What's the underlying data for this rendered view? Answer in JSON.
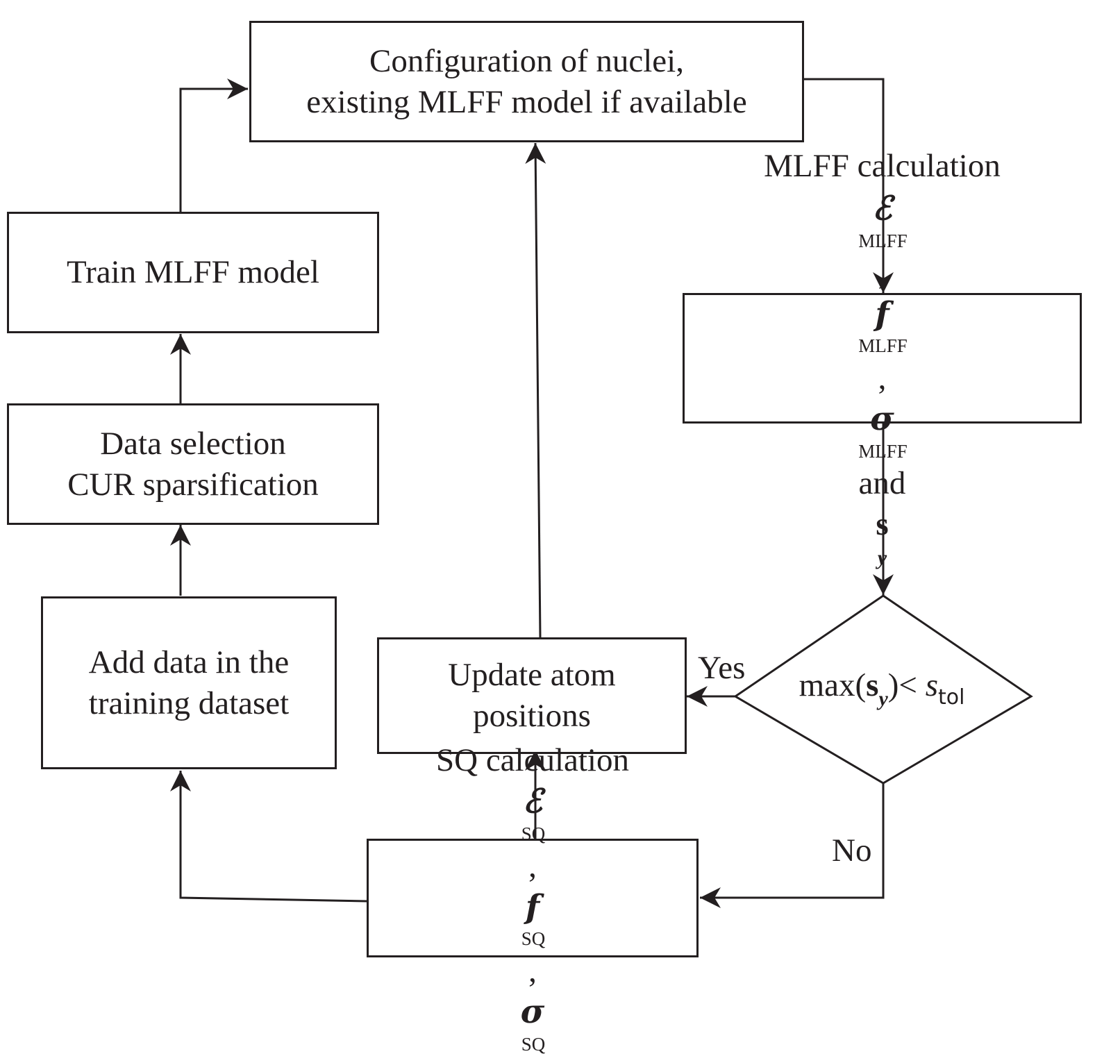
{
  "nodes": {
    "config": {
      "line1": "Configuration of nuclei,",
      "line2": "existing MLFF model if available"
    },
    "train": {
      "line1": "Train MLFF model"
    },
    "data_selection": {
      "line1": "Data selection",
      "line2": "CUR sparsification"
    },
    "add_data": {
      "line1": "Add data in the",
      "line2": "training dataset"
    },
    "update": {
      "line1": "Update atom",
      "line2": "positions"
    },
    "mlff_calc": {
      "line1": "MLFF calculation",
      "energy_symbol": "ℰ",
      "force_symbol": "f",
      "stress_symbol": "σ",
      "superscript": "MLFF",
      "conjunction": "and",
      "s_symbol": "s",
      "s_subscript": "y"
    },
    "decision": {
      "max_text": "max(",
      "s_symbol": "s",
      "s_subscript": "y",
      "close_less": ")<",
      "tol_symbol": "s",
      "tol_subscript": "tol"
    },
    "sq_calc": {
      "line1": "SQ calculation",
      "energy_symbol": "ℰ",
      "force_symbol": "f",
      "stress_symbol": "σ",
      "superscript": "SQ"
    }
  },
  "edge_labels": {
    "yes": "Yes",
    "no": "No"
  }
}
